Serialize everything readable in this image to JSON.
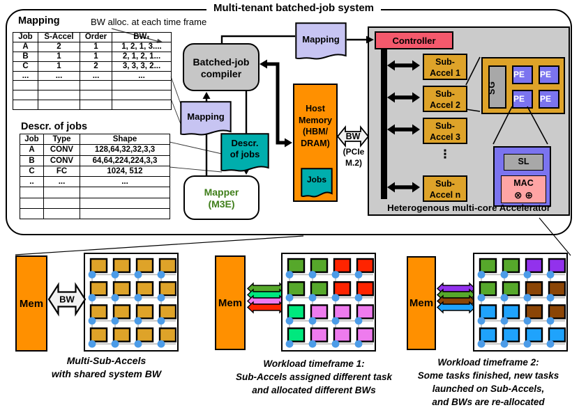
{
  "title": "Multi-tenant batched-job system",
  "colors": {
    "gold": "#DEA329",
    "green": "#56A82B",
    "red": "#FE2400",
    "springgreen": "#00E87E",
    "violet": "#EE7BEE",
    "purple": "#9232EC",
    "brown": "#8B4506",
    "blue": "#1FA3FC"
  },
  "mapping_section": {
    "label": "Mapping",
    "note": "BW alloc. at each time frame",
    "table": {
      "headers": [
        "Job",
        "S-Accel",
        "Order",
        "BWₜ"
      ],
      "rows": [
        [
          "A",
          "2",
          "1",
          "1, 2, 1, 3...."
        ],
        [
          "B",
          "1",
          "1",
          "2, 1, 2, 1..."
        ],
        [
          "C",
          "1",
          "2",
          "3, 3, 3, 2..."
        ],
        [
          "...",
          "...",
          "...",
          "..."
        ]
      ],
      "empty_rows": 3
    }
  },
  "jobs_section": {
    "label": "Descr. of jobs",
    "table": {
      "headers": [
        "Job",
        "Type",
        "Shape"
      ],
      "rows": [
        [
          "A",
          "CONV",
          "128,64,32,32,3,3"
        ],
        [
          "B",
          "CONV",
          "64,64,224,224,3,3"
        ],
        [
          "C",
          "FC",
          "1024, 512"
        ],
        [
          "..",
          "...",
          "..."
        ]
      ],
      "empty_rows": 3
    }
  },
  "flow": {
    "compiler": "Batched-job\ncompiler",
    "mapping_doc": "Mapping",
    "descr_doc": "Descr.\nof jobs",
    "mapper": "Mapper\n(M3E)",
    "mapping_doc_top": "Mapping",
    "host_memory": "Host\nMemory\n(HBM/\nDRAM)",
    "jobs_doc": "Jobs",
    "bw_label": "BW",
    "pcie_label": "(PCIe\nM.2)"
  },
  "accelerator": {
    "controller": "Controller",
    "sub_accels": [
      "Sub-\nAccel 1",
      "Sub-\nAccel 2",
      "Sub-\nAccel 3",
      "Sub-\nAccel n"
    ],
    "ellipsis": "⋮",
    "sg": "SG",
    "pe": "PE",
    "sl": "SL",
    "mac": "MAC",
    "mac_ops": "⊗ ⊕",
    "caption": "Heterogenous multi-core Accelerator"
  },
  "bottom": {
    "diagrams": [
      {
        "mem": "Mem",
        "bw": "BW",
        "grid": [
          [
            "gold",
            "gold",
            "gold",
            "gold"
          ],
          [
            "gold",
            "gold",
            "gold",
            "gold"
          ],
          [
            "gold",
            "gold",
            "gold",
            "gold"
          ],
          [
            "gold",
            "gold",
            "gold",
            "gold"
          ]
        ],
        "caption": "Multi-Sub-Accels\nwith shared system BW"
      },
      {
        "mem": "Mem",
        "arrow_colors": [
          "green",
          "springgreen",
          "violet",
          "red"
        ],
        "grid": [
          [
            "green",
            "green",
            "red",
            "red"
          ],
          [
            "green",
            "green",
            "red",
            "red"
          ],
          [
            "springgreen",
            "violet",
            "violet",
            "violet"
          ],
          [
            "springgreen",
            "violet",
            "violet",
            "violet"
          ]
        ],
        "caption": "Workload timeframe 1:\nSub-Accels assigned different task\nand allocated different BWs"
      },
      {
        "mem": "Mem",
        "arrow_colors": [
          "purple",
          "green",
          "brown",
          "blue"
        ],
        "grid": [
          [
            "green",
            "green",
            "purple",
            "purple"
          ],
          [
            "green",
            "green",
            "brown",
            "brown"
          ],
          [
            "blue",
            "blue",
            "brown",
            "brown"
          ],
          [
            "blue",
            "blue",
            "blue",
            "blue"
          ]
        ],
        "caption": "Workload timeframe 2:\nSome tasks finished, new tasks\nlaunched on Sub-Accels,\nand BWs are re-allocated"
      }
    ]
  }
}
